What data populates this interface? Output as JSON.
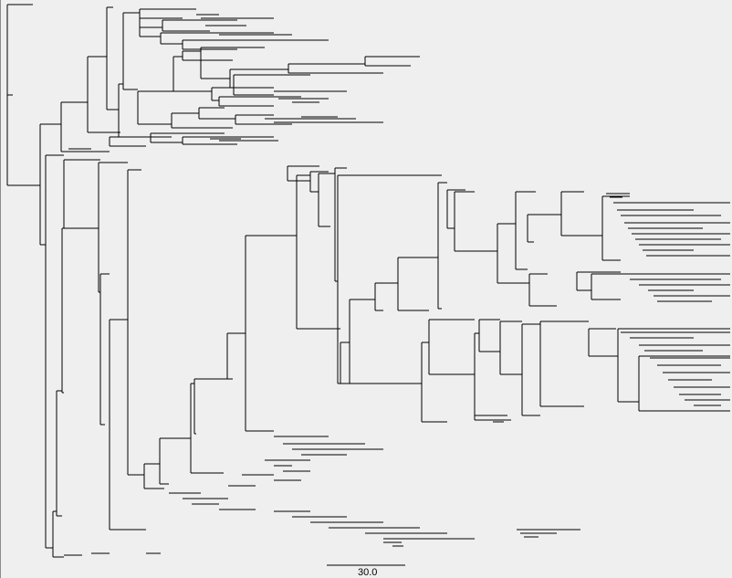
{
  "scale_bar": {
    "label": "30.0",
    "value": 30.0
  },
  "colors": {
    "background": "#efefef",
    "branch": "#000000",
    "frame_edge": "#8c8c8c"
  },
  "view": {
    "type": "phylogenetic-tree",
    "layout": "rectangular"
  }
}
